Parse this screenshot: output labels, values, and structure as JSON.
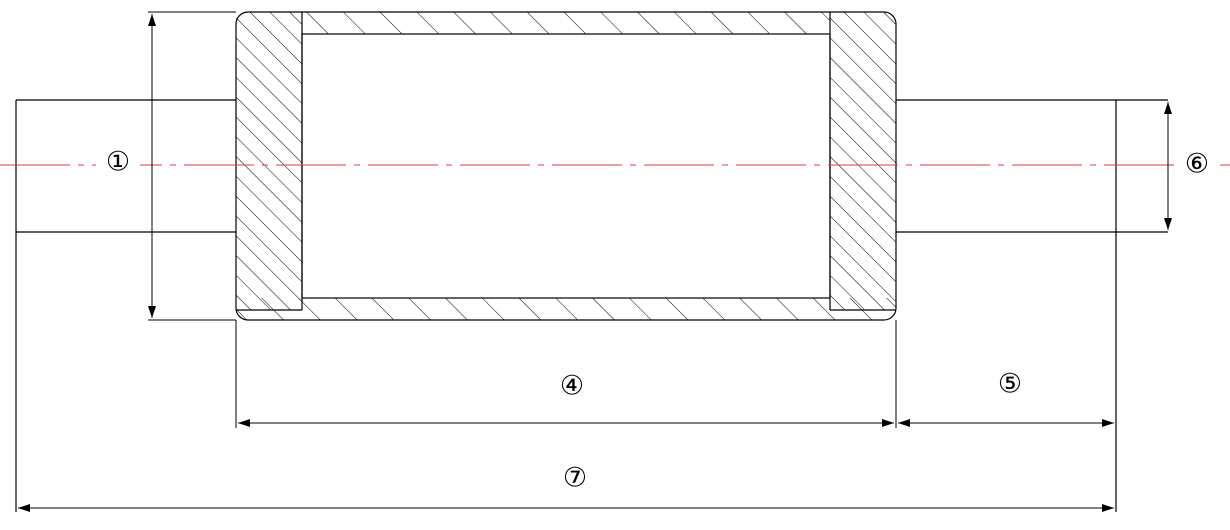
{
  "diagram": {
    "colors": {
      "outline": "#000000",
      "centerline": "#e03a3a",
      "background": "#ffffff"
    },
    "labels": {
      "d1": "①",
      "d4": "④",
      "d5": "⑤",
      "d6": "⑥",
      "d7": "⑦"
    }
  }
}
